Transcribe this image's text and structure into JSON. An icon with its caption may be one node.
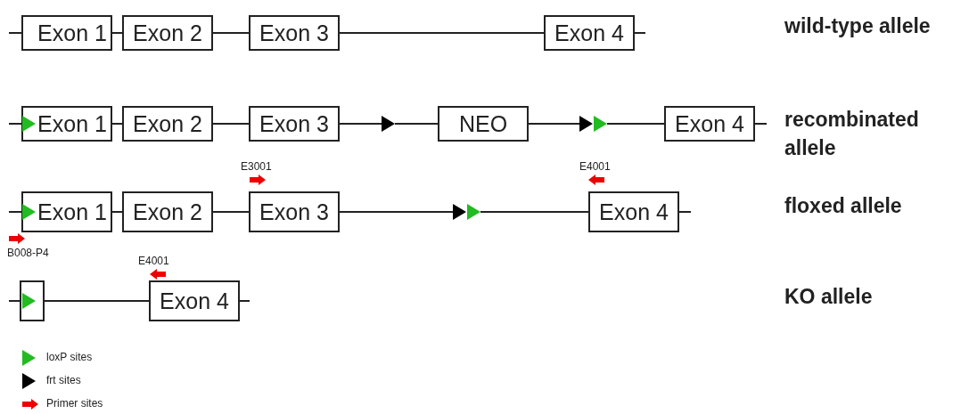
{
  "diagram": {
    "nodes": [
      {
        "text": [
          "Exon 1"
        ]
      },
      {
        "text": [
          "Exon 2"
        ]
      },
      {
        "text": [
          "Exon 3"
        ]
      },
      {
        "text": [
          "Exon 4"
        ]
      },
      {
        "text": [
          "Exon 1"
        ]
      },
      {
        "text": [
          "Exon 2"
        ]
      },
      {
        "text": [
          "Exon 3"
        ]
      },
      {
        "text": [],
        "shape": "triangle"
      },
      {
        "text": [
          "NEO"
        ]
      },
      {
        "text": [],
        "shape": "triangle"
      },
      {
        "text": [],
        "shape": "triangle"
      },
      {
        "text": [
          "Exon 4"
        ]
      },
      {
        "text": [
          "Exon 1"
        ]
      },
      {
        "text": [
          "Exon 2"
        ]
      },
      {
        "text": [
          "Exon 3"
        ]
      },
      {
        "text": [],
        "shape": "triangle"
      },
      {
        "text": [],
        "shape": "triangle"
      },
      {
        "text": [
          "Exon 4"
        ]
      },
      {
        "text": [],
        "shape": "box"
      },
      {
        "text": [
          "Exon 4"
        ]
      }
    ],
    "edges": [
      {
        "from": 0,
        "to": 1,
        "arrow": "none"
      },
      {
        "from": 1,
        "to": 2,
        "arrow": "none"
      },
      {
        "from": 2,
        "to": 3,
        "arrow": "none"
      },
      {
        "from": 4,
        "to": 5,
        "arrow": "none"
      },
      {
        "from": 5,
        "to": 6,
        "arrow": "none"
      },
      {
        "from": 6,
        "to": 7,
        "arrow": "none"
      },
      {
        "from": 7,
        "to": 8,
        "arrow": "none"
      },
      {
        "from": 8,
        "to": 9,
        "arrow": "none"
      },
      {
        "from": 10,
        "to": 11,
        "arrow": "none"
      },
      {
        "from": 12,
        "to": 13,
        "arrow": "none"
      },
      {
        "from": 13,
        "to": 14,
        "arrow": "none"
      },
      {
        "from": 14,
        "to": 15,
        "arrow": "none"
      },
      {
        "from": 16,
        "to": 17,
        "arrow": "none"
      },
      {
        "from": 18,
        "to": 19,
        "arrow": "none"
      }
    ],
    "labels": [
      "wild-type allele",
      "recombinated allele",
      "E3001",
      "E4001",
      "floxed allele",
      "B008-P4",
      "E4001",
      "KO allele"
    ],
    "legend": [
      {
        "text": "loxP sites"
      },
      {
        "text": "frt sites"
      },
      {
        "text": "Primer sites"
      }
    ]
  }
}
